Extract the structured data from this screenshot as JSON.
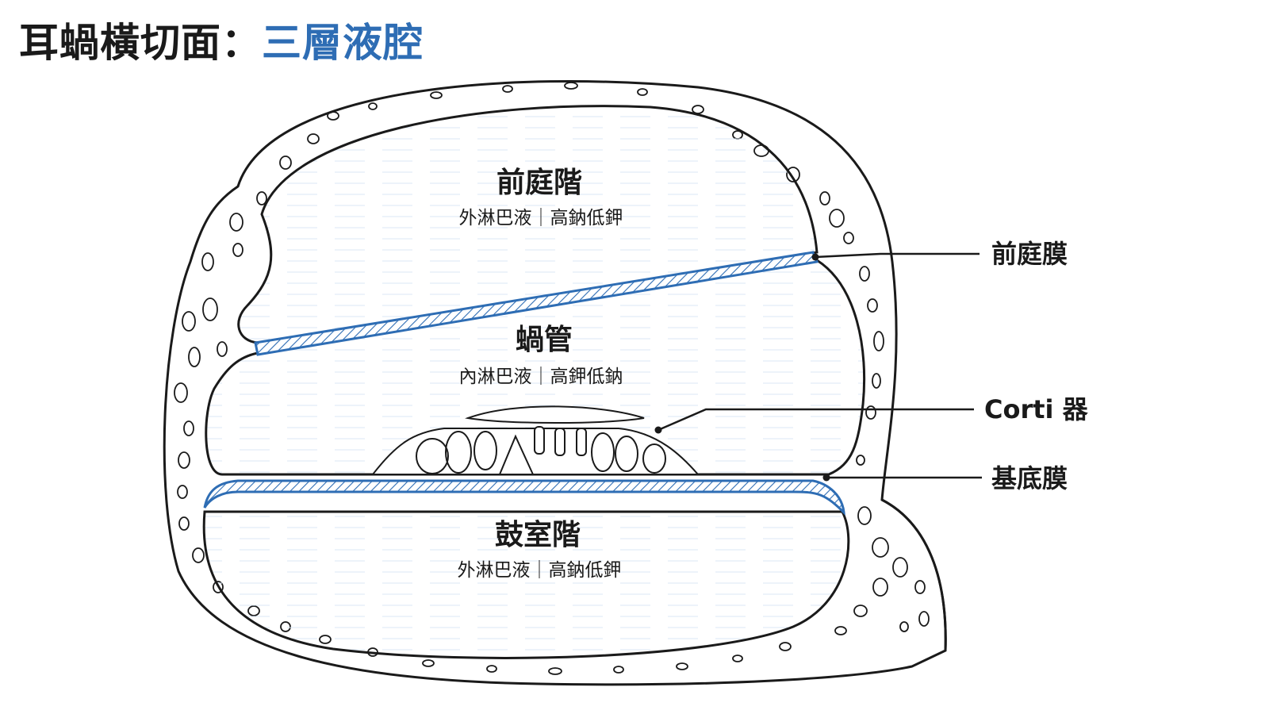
{
  "title": {
    "main": "耳蝸橫切面：",
    "accent": "三層液腔"
  },
  "colors": {
    "accent": "#2e6db4",
    "ink": "#1a1a1a",
    "fluid": "#dbe7f5"
  },
  "chambers": {
    "scala_vestibuli": {
      "name": "前庭階",
      "fluid": "外淋巴液｜高鈉低鉀"
    },
    "cochlear_duct": {
      "name": "蝸管",
      "fluid": "內淋巴液｜高鉀低鈉"
    },
    "scala_tympani": {
      "name": "鼓室階",
      "fluid": "外淋巴液｜高鈉低鉀"
    }
  },
  "callouts": {
    "reissner": "前庭膜",
    "corti": "Corti 器",
    "basilar": "基底膜"
  }
}
